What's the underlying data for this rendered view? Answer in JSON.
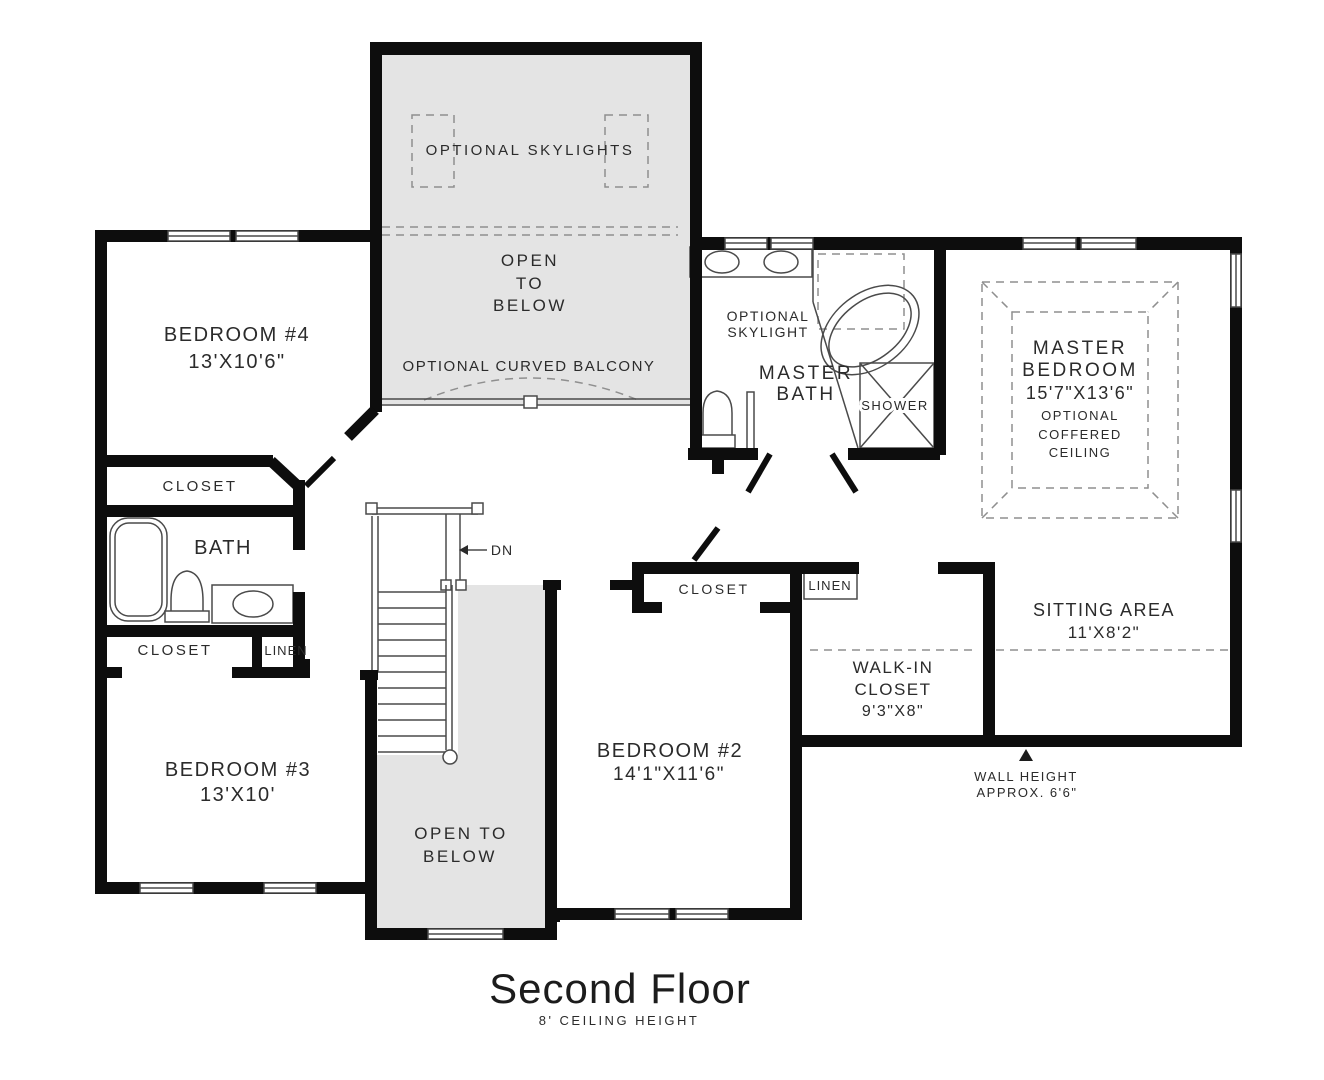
{
  "title": {
    "main": "Second Floor",
    "sub": "8' CEILING HEIGHT"
  },
  "colors": {
    "wall": "#0d0d0d",
    "shade": "#e4e4e4",
    "thin_line": "#4a4a4a",
    "dashed_line": "#8f8f8f",
    "text": "#2b2b2b"
  },
  "labels": {
    "skylights": "OPTIONAL  SKYLIGHTS",
    "open_below_top_1": "OPEN",
    "open_below_top_2": "TO",
    "open_below_top_3": "BELOW",
    "balcony": "OPTIONAL CURVED BALCONY",
    "open_below_bottom_1": "OPEN TO",
    "open_below_bottom_2": "BELOW",
    "dn": "DN"
  },
  "rooms": {
    "bedroom4": {
      "name": "BEDROOM #4",
      "dims": "13'X10'6\""
    },
    "bedroom3": {
      "name": "BEDROOM #3",
      "dims": "13'X10'"
    },
    "bedroom2": {
      "name": "BEDROOM #2",
      "dims": "14'1\"X11'6\""
    },
    "master_bedroom": {
      "name_1": "MASTER",
      "name_2": "BEDROOM",
      "dims": "15'7\"X13'6\"",
      "opt_1": "OPTIONAL",
      "opt_2": "COFFERED",
      "opt_3": "CEILING"
    },
    "master_bath": {
      "name_1": "MASTER",
      "name_2": "BATH",
      "skylight_1": "OPTIONAL",
      "skylight_2": "SKYLIGHT",
      "shower": "SHOWER"
    },
    "bath": {
      "name": "BATH"
    },
    "closet_upper": {
      "name": "CLOSET"
    },
    "closet_lower": {
      "name": "CLOSET"
    },
    "linen_left": {
      "name": "LINEN"
    },
    "closet_bedroom2": {
      "name": "CLOSET"
    },
    "linen_right": {
      "name": "LINEN"
    },
    "walk_in_closet": {
      "name_1": "WALK-IN",
      "name_2": "CLOSET",
      "dims": "9'3\"X8\""
    },
    "sitting_area": {
      "name": "SITTING AREA",
      "dims": "11'X8'2\""
    }
  },
  "notes": {
    "wall_height_1": "WALL HEIGHT",
    "wall_height_2": "APPROX. 6'6\""
  }
}
